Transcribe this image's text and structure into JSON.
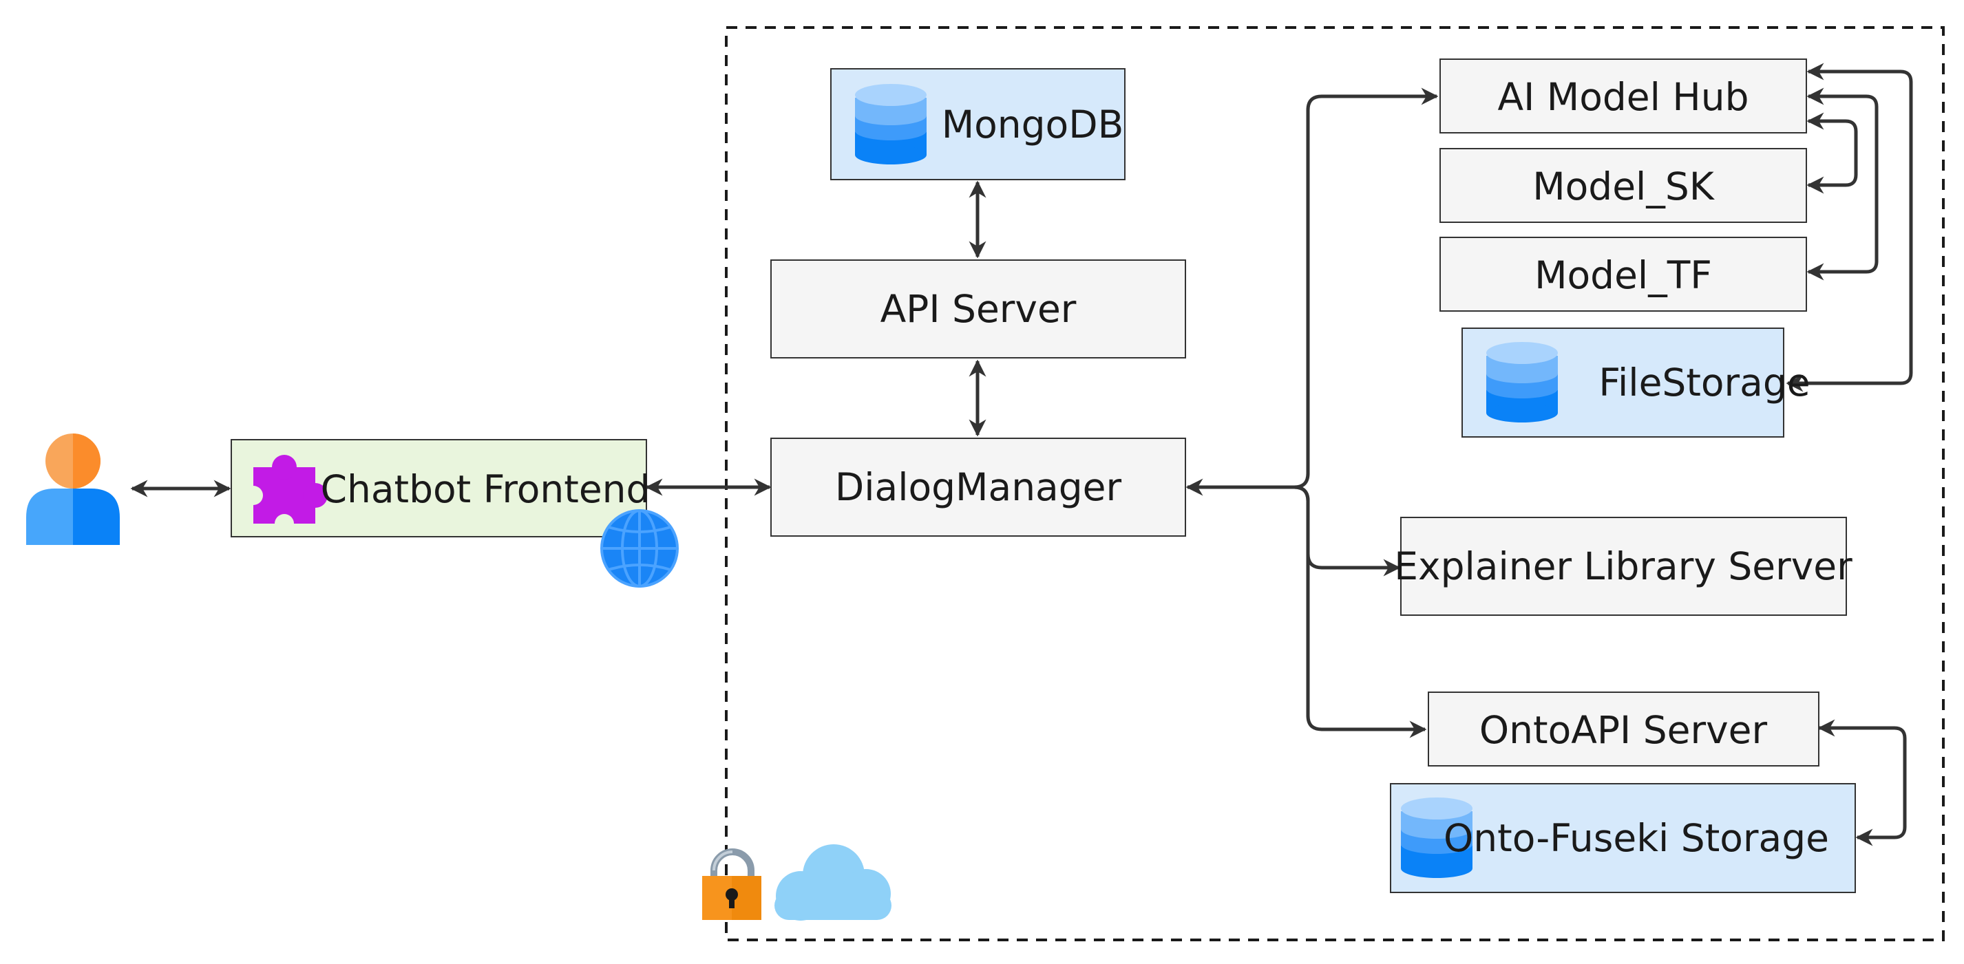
{
  "nodes": {
    "chatbot_frontend": "Chatbot Frontend",
    "mongodb": "MongoDB",
    "api_server": "API Server",
    "dialog_manager": "DialogManager",
    "ai_model_hub": "AI Model Hub",
    "model_sk": "Model_SK",
    "model_tf": "Model_TF",
    "file_storage": "FileStorage",
    "explainer_library_server": "Explainer Library Server",
    "ontoapi_server": "OntoAPI Server",
    "onto_fuseki_storage": "Onto-Fuseki Storage"
  },
  "icons": {
    "user": "user-icon",
    "frontend": "puzzle-piece-icon",
    "web": "globe-icon",
    "database": "database-icon",
    "security": "padlock-icon",
    "cloud": "cloud-icon"
  },
  "colors": {
    "plain_box_fill": "#f5f5f5",
    "frontend_box_fill": "#e9f5dd",
    "storage_box_fill": "#d6e9fb",
    "box_stroke": "#333333",
    "arrow": "#333333",
    "db_icon_blue": "#0a82f7",
    "puzzle_purple": "#c21be6",
    "user_orange": "#f9a65a",
    "lock_orange": "#f7941d",
    "cloud_blue": "#8fd1f8"
  }
}
